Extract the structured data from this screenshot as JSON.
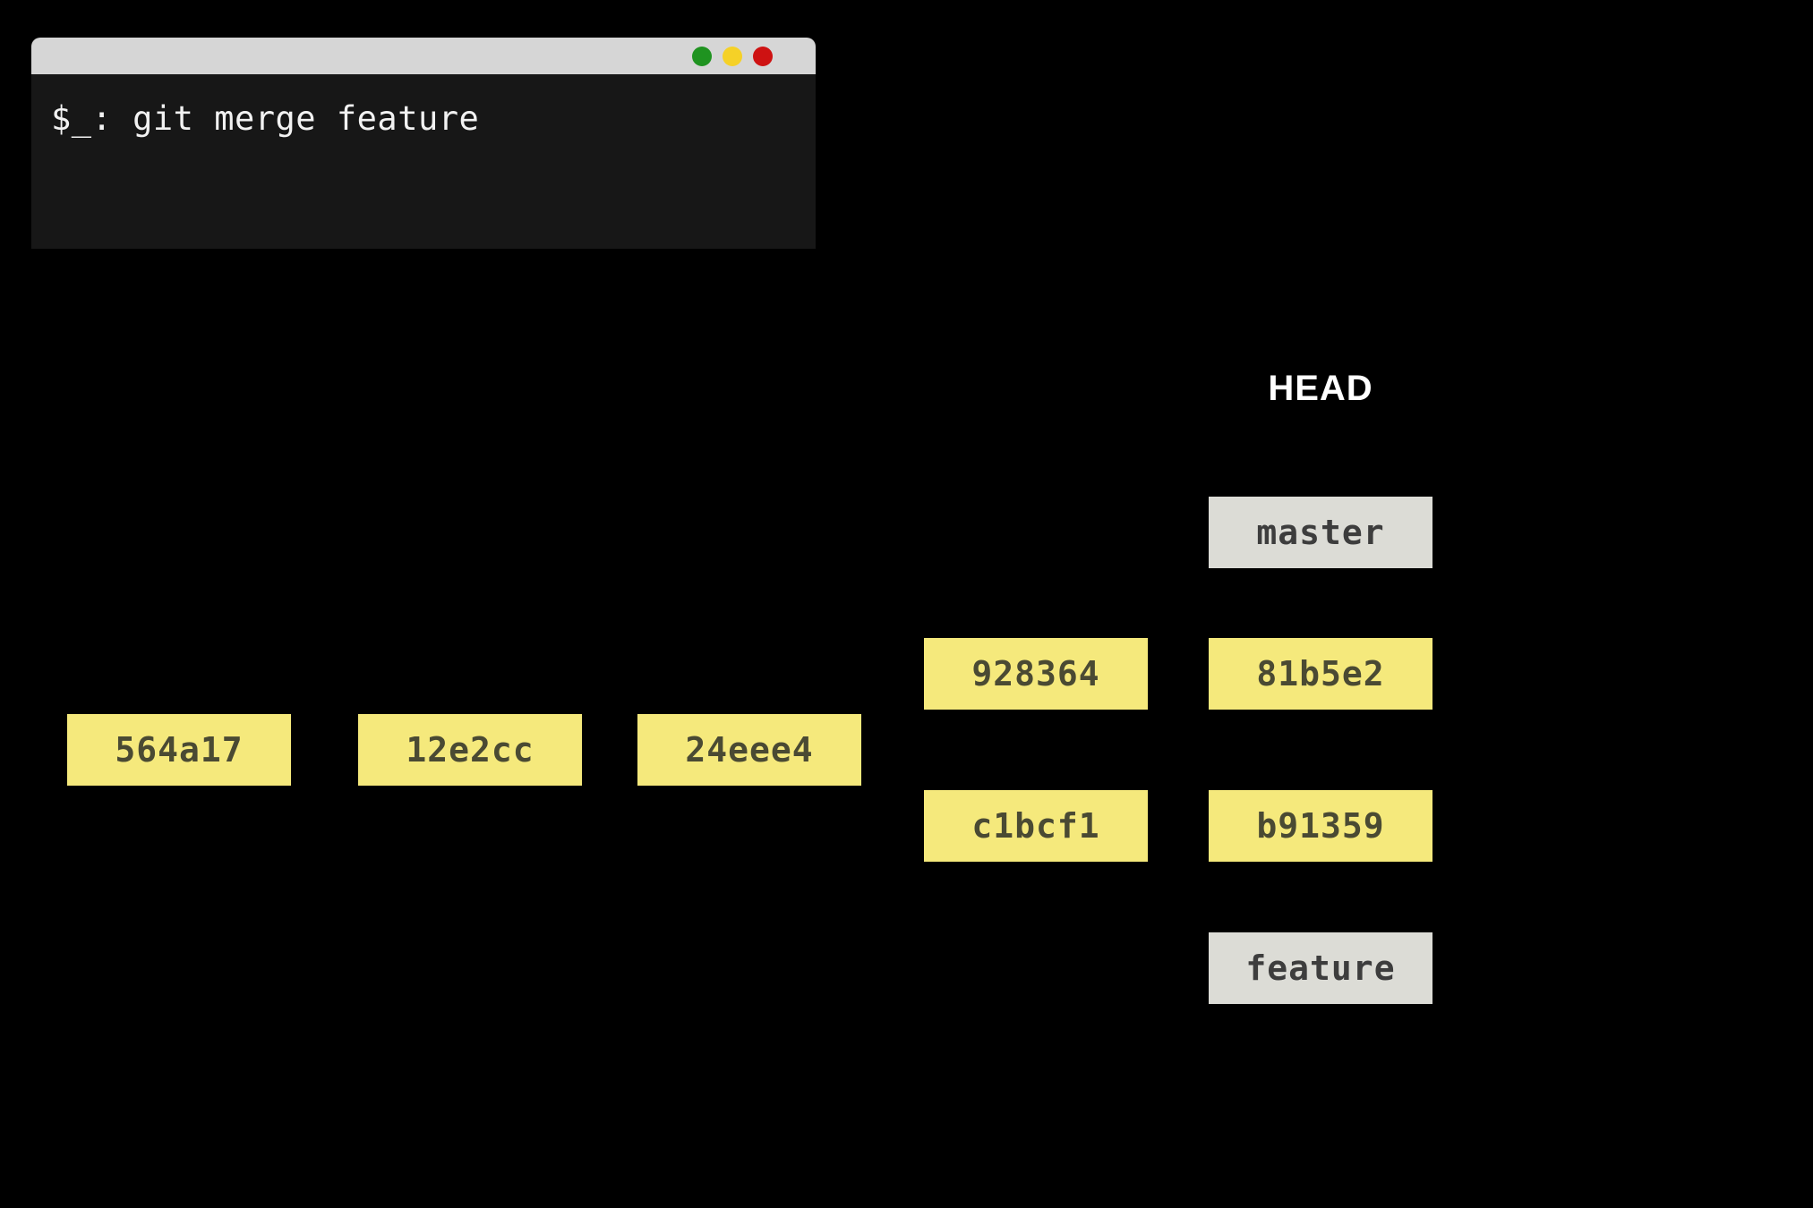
{
  "terminal": {
    "command": "$_: git merge feature",
    "titlebar_color": "#d6d6d6",
    "body_color": "#171717",
    "text_color": "#f2f2f2",
    "traffic_lights": [
      {
        "name": "green",
        "color": "#1f9320"
      },
      {
        "name": "yellow",
        "color": "#f5d127"
      },
      {
        "name": "red",
        "color": "#ce1212"
      }
    ]
  },
  "graph": {
    "head_label": "HEAD",
    "branches": [
      {
        "name": "master"
      },
      {
        "name": "feature"
      }
    ],
    "commits": [
      {
        "id": "564a17"
      },
      {
        "id": "12e2cc"
      },
      {
        "id": "24eee4"
      },
      {
        "id": "928364"
      },
      {
        "id": "c1bcf1"
      },
      {
        "id": "81b5e2"
      },
      {
        "id": "b91359"
      }
    ],
    "colors": {
      "commit_bg": "#f5e97c",
      "commit_text": "#4a4a33",
      "label_bg": "#dcdcd6",
      "label_text": "#3d3d3d",
      "head_text": "#ffffff"
    }
  }
}
